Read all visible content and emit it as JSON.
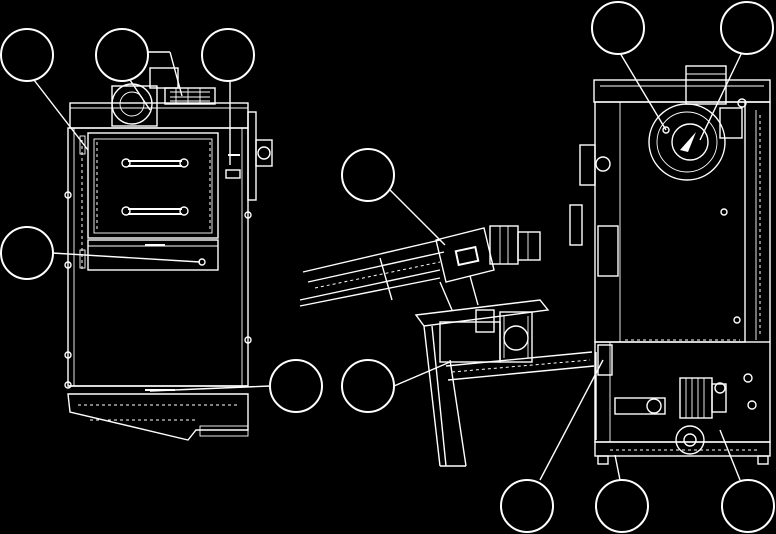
{
  "drawing": {
    "background_color": "#000000",
    "line_color": "#ffffff",
    "views": [
      "boiler-front-view",
      "feed-auger-assembly",
      "boiler-side-view"
    ],
    "callouts": [
      {
        "id": "callout-front-top-left",
        "label": ""
      },
      {
        "id": "callout-front-top-center",
        "label": ""
      },
      {
        "id": "callout-front-top-right",
        "label": ""
      },
      {
        "id": "callout-front-left-middle",
        "label": ""
      },
      {
        "id": "callout-front-bottom-right",
        "label": ""
      },
      {
        "id": "callout-auger-upper",
        "label": ""
      },
      {
        "id": "callout-auger-lower",
        "label": ""
      },
      {
        "id": "callout-side-top-left",
        "label": ""
      },
      {
        "id": "callout-side-top-right",
        "label": ""
      },
      {
        "id": "callout-side-bottom-left",
        "label": ""
      },
      {
        "id": "callout-side-bottom-center",
        "label": ""
      },
      {
        "id": "callout-side-bottom-right",
        "label": ""
      }
    ]
  }
}
